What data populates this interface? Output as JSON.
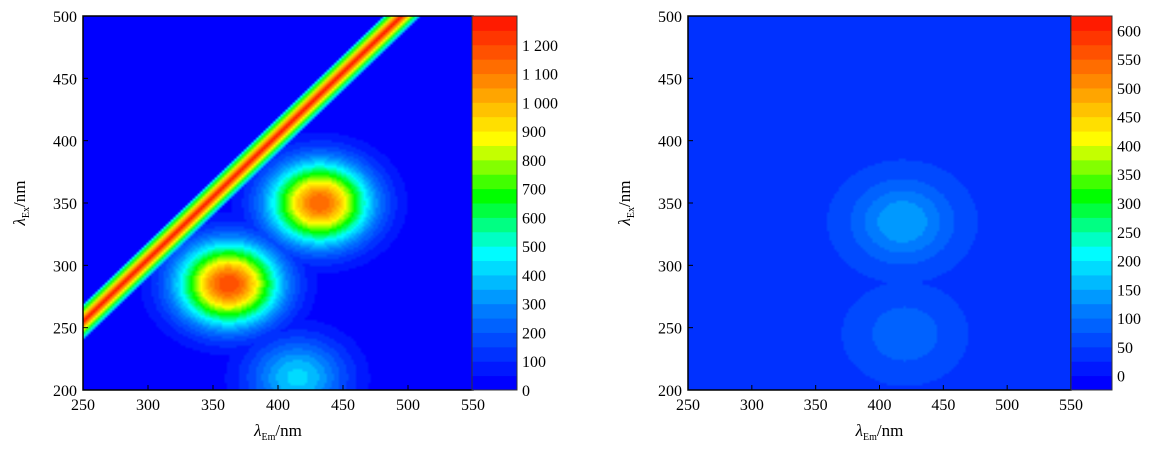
{
  "chart_data": [
    {
      "type": "heatmap",
      "subtype": "contour",
      "xlabel": {
        "symbol": "λ",
        "sub": "Em",
        "unit": "/nm"
      },
      "ylabel": {
        "symbol": "λ",
        "sub": "Ex",
        "unit": "/nm"
      },
      "xlim": [
        250,
        550
      ],
      "ylim": [
        200,
        500
      ],
      "xticks": [
        "250",
        "300",
        "350",
        "400",
        "450",
        "500",
        "550"
      ],
      "yticks": [
        "200",
        "250",
        "300",
        "350",
        "400",
        "450",
        "500"
      ],
      "colorbar": {
        "min": 0,
        "max": 1300,
        "ticks": [
          {
            "value": 0,
            "label": "0"
          },
          {
            "value": 100,
            "label": "100"
          },
          {
            "value": 200,
            "label": "200"
          },
          {
            "value": 300,
            "label": "300"
          },
          {
            "value": 400,
            "label": "400"
          },
          {
            "value": 500,
            "label": "500"
          },
          {
            "value": 600,
            "label": "600"
          },
          {
            "value": 700,
            "label": "700"
          },
          {
            "value": 800,
            "label": "800"
          },
          {
            "value": 900,
            "label": "900"
          },
          {
            "value": 1000,
            "label": "1 000"
          },
          {
            "value": 1100,
            "label": "1 100"
          },
          {
            "value": 1200,
            "label": "1 200"
          }
        ]
      },
      "background": 0,
      "scatter_band": {
        "slope": 1.0,
        "offset": 5,
        "value": 1300
      },
      "peaks": [
        {
          "x": 432,
          "y": 350,
          "value": 1150
        },
        {
          "x": 362,
          "y": 285,
          "value": 1200
        },
        {
          "x": 415,
          "y": 210,
          "value": 420
        }
      ],
      "grid": false
    },
    {
      "type": "heatmap",
      "subtype": "contour",
      "xlabel": {
        "symbol": "λ",
        "sub": "Em",
        "unit": "/nm"
      },
      "ylabel": {
        "symbol": "λ",
        "sub": "Ex",
        "unit": "/nm"
      },
      "xlim": [
        250,
        550
      ],
      "ylim": [
        200,
        500
      ],
      "xticks": [
        "250",
        "300",
        "350",
        "400",
        "450",
        "500",
        "550"
      ],
      "yticks": [
        "200",
        "250",
        "300",
        "350",
        "400",
        "450",
        "500"
      ],
      "colorbar": {
        "min": -25,
        "max": 625,
        "ticks": [
          {
            "value": 0,
            "label": "0"
          },
          {
            "value": 50,
            "label": "50"
          },
          {
            "value": 100,
            "label": "100"
          },
          {
            "value": 150,
            "label": "150"
          },
          {
            "value": 200,
            "label": "200"
          },
          {
            "value": 250,
            "label": "250"
          },
          {
            "value": 300,
            "label": "300"
          },
          {
            "value": 350,
            "label": "350"
          },
          {
            "value": 400,
            "label": "400"
          },
          {
            "value": 450,
            "label": "450"
          },
          {
            "value": 500,
            "label": "500"
          },
          {
            "value": 550,
            "label": "550"
          },
          {
            "value": 600,
            "label": "600"
          }
        ]
      },
      "background": 40,
      "peaks": [
        {
          "x": 418,
          "y": 335,
          "value": 150
        },
        {
          "x": 420,
          "y": 245,
          "value": 95
        }
      ],
      "grid": false
    }
  ]
}
